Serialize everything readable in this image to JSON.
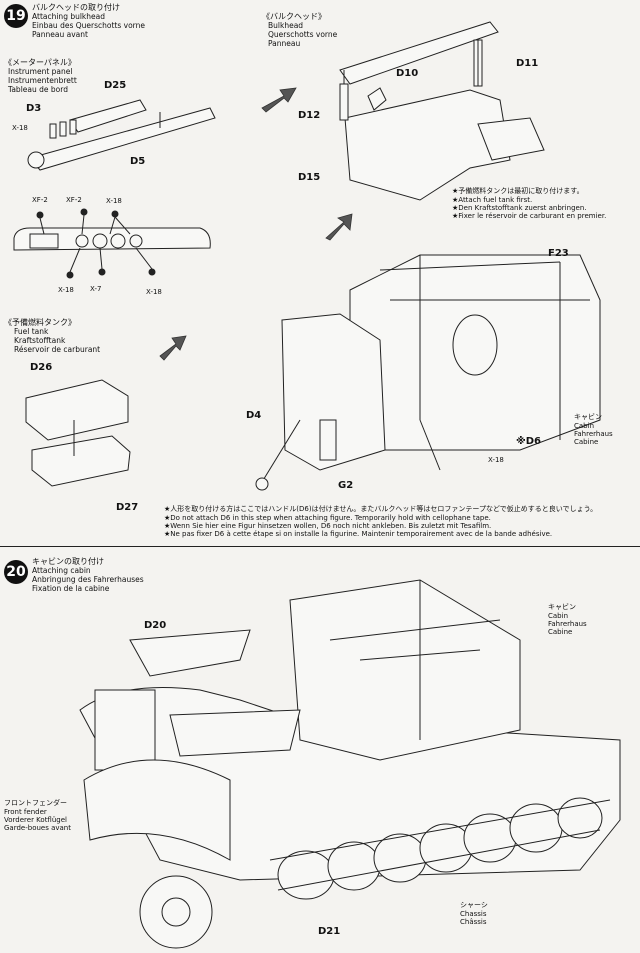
{
  "step19": {
    "number": "19",
    "title_jp": "バルクヘッドの取り付け",
    "title_en": "Attaching bulkhead",
    "title_de": "Einbau des Querschotts vorne",
    "title_fr": "Panneau avant",
    "bulkhead": {
      "jp": "《バルクヘッド》",
      "en": "Bulkhead",
      "de": "Querschotts vorne",
      "fr": "Panneau"
    },
    "instrument": {
      "jp": "《メーターパネル》",
      "en": "Instrument panel",
      "de": "Instrumentenbrett",
      "fr": "Tableau de bord"
    },
    "fueltank": {
      "jp": "《予備燃料タンク》",
      "en": "Fuel tank",
      "de": "Kraftstofftank",
      "fr": "Réservoir de carburant"
    },
    "note1": {
      "jp": "★予備燃料タンクは最初に取り付けます。",
      "en": "★Attach fuel tank first.",
      "de": "★Den Kraftstofftank zuerst anbringen.",
      "fr": "★Fixer le réservoir de carburant en premier."
    },
    "note2": {
      "jp": "★人形を取り付ける方はここではハンドル(D6)は付けません。またバルクヘッド等はセロファンテープなどで仮止めすると良いでしょう。",
      "en": "★Do not attach D6 in this step when attaching figure. Temporarily hold with cellophane tape.",
      "de": "★Wenn Sie hier eine Figur hinsetzen wollen, D6 noch nicht ankleben. Bis zuletzt mit Tesafilm.",
      "fr": "★Ne pas fixer D6 à cette étape si on installe la figurine. Maintenir temporairement avec de la bande adhésive."
    },
    "cabin": {
      "jp": "キャビン",
      "en": "Cabin",
      "de": "Fahrerhaus",
      "fr": "Cabine"
    },
    "parts": {
      "d25": "D25",
      "d3": "D3",
      "d5": "D5",
      "x18a": "X-18",
      "xf2a": "XF-2",
      "xf2b": "XF-2",
      "x18b": "X-18",
      "x18c": "X-18",
      "x7": "X-7",
      "x18d": "X-18",
      "d10": "D10",
      "d11": "D11",
      "d12": "D12",
      "d15": "D15",
      "f23": "F23",
      "d26": "D26",
      "d27": "D27",
      "d4": "D4",
      "g2": "G2",
      "d6": "※D6",
      "x18e": "X-18"
    }
  },
  "step20": {
    "number": "20",
    "title_jp": "キャビンの取り付け",
    "title_en": "Attaching cabin",
    "title_de": "Anbringung des Fahrerhauses",
    "title_fr": "Fixation de la cabine",
    "cabin": {
      "jp": "キャビン",
      "en": "Cabin",
      "de": "Fahrerhaus",
      "fr": "Cabine"
    },
    "fender": {
      "jp": "フロントフェンダー",
      "en": "Front fender",
      "de": "Vorderer Kotflügel",
      "fr": "Garde-boues avant"
    },
    "chassis": {
      "jp": "シャーシ",
      "en": "Chassis",
      "de": "Chassis",
      "fr": "Châssis"
    },
    "parts": {
      "d20": "D20",
      "d21": "D21"
    }
  }
}
